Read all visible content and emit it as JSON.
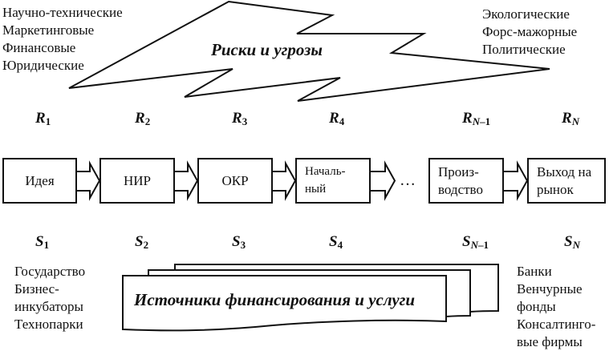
{
  "risks": {
    "title": "Риски и угрозы",
    "left_categories": [
      "Научно-технические",
      "Маркетинговые",
      "Финансовые",
      "Юридические"
    ],
    "right_categories": [
      "Экологические",
      "Форс-мажорные",
      "Политические"
    ]
  },
  "r_labels": [
    {
      "base": "R",
      "sub": "1"
    },
    {
      "base": "R",
      "sub": "2"
    },
    {
      "base": "R",
      "sub": "3"
    },
    {
      "base": "R",
      "sub": "4"
    },
    {
      "base": "R",
      "sub": "N–1"
    },
    {
      "base": "R",
      "sub": "N"
    }
  ],
  "stages": [
    {
      "lines": [
        "Идея"
      ]
    },
    {
      "lines": [
        "НИР"
      ]
    },
    {
      "lines": [
        "ОКР"
      ]
    },
    {
      "lines": [
        "Началь-",
        "ный"
      ]
    },
    {
      "lines": [
        "Произ-",
        "водство"
      ]
    },
    {
      "lines": [
        "Выход на",
        "рынок"
      ]
    }
  ],
  "ellipsis": "…",
  "s_labels": [
    {
      "base": "S",
      "sub": "1"
    },
    {
      "base": "S",
      "sub": "2"
    },
    {
      "base": "S",
      "sub": "3"
    },
    {
      "base": "S",
      "sub": "4"
    },
    {
      "base": "S",
      "sub": "N–1"
    },
    {
      "base": "S",
      "sub": "N"
    }
  ],
  "sources": {
    "title": "Источники финансирования и услуги",
    "left_providers": [
      "Государство",
      "Бизнес-",
      "инкубаторы",
      "Технопарки"
    ],
    "right_providers": [
      "Банки",
      "Венчурные",
      "фонды",
      "Консалтинго-",
      "вые фирмы"
    ]
  }
}
